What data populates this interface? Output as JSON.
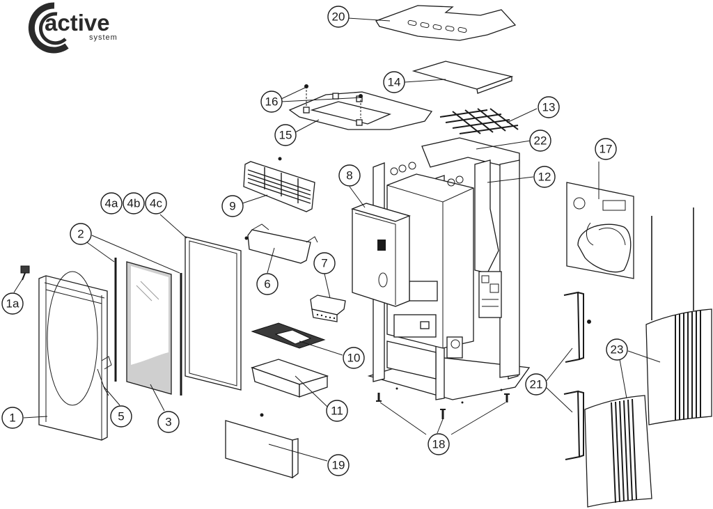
{
  "brand": {
    "name": "active",
    "tagline": "system",
    "accent": "#2a2a2a"
  },
  "callouts": [
    {
      "id": "c20",
      "label": "20"
    },
    {
      "id": "c14",
      "label": "14"
    },
    {
      "id": "c16",
      "label": "16"
    },
    {
      "id": "c13",
      "label": "13"
    },
    {
      "id": "c15",
      "label": "15"
    },
    {
      "id": "c22",
      "label": "22"
    },
    {
      "id": "c17",
      "label": "17"
    },
    {
      "id": "c8",
      "label": "8"
    },
    {
      "id": "c12",
      "label": "12"
    },
    {
      "id": "c9",
      "label": "9"
    },
    {
      "id": "c4a",
      "label": "4a"
    },
    {
      "id": "c4b",
      "label": "4b"
    },
    {
      "id": "c4c",
      "label": "4c"
    },
    {
      "id": "c2",
      "label": "2"
    },
    {
      "id": "c7",
      "label": "7"
    },
    {
      "id": "c6",
      "label": "6"
    },
    {
      "id": "c1a",
      "label": "1a"
    },
    {
      "id": "c10",
      "label": "10"
    },
    {
      "id": "c23",
      "label": "23"
    },
    {
      "id": "c21",
      "label": "21"
    },
    {
      "id": "c11",
      "label": "11"
    },
    {
      "id": "c1",
      "label": "1"
    },
    {
      "id": "c5",
      "label": "5"
    },
    {
      "id": "c3",
      "label": "3"
    },
    {
      "id": "c18",
      "label": "18"
    },
    {
      "id": "c19",
      "label": "19"
    }
  ]
}
